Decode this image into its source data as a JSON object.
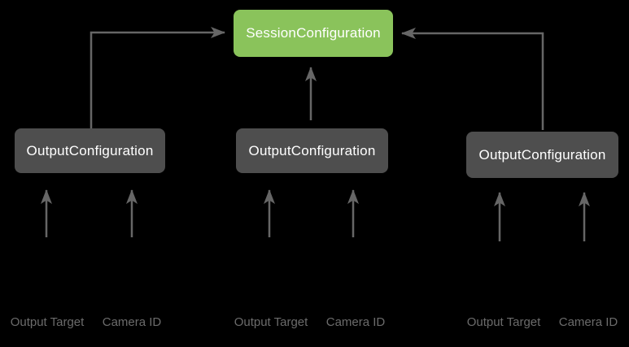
{
  "colors": {
    "background": "#000000",
    "session_box": "#8AC35B",
    "output_box": "#4E4E4E",
    "box_text": "#FFFFFF",
    "arrow": "#666666",
    "input_label_text": "#6B6B6B"
  },
  "diagram": {
    "session": {
      "label": "SessionConfiguration"
    },
    "outputs": [
      {
        "label": "OutputConfiguration",
        "inputs": [
          {
            "label": "Output Target"
          },
          {
            "label": "Camera ID"
          }
        ]
      },
      {
        "label": "OutputConfiguration",
        "inputs": [
          {
            "label": "Output Target"
          },
          {
            "label": "Camera ID"
          }
        ]
      },
      {
        "label": "OutputConfiguration",
        "inputs": [
          {
            "label": "Output Target"
          },
          {
            "label": "Camera ID"
          }
        ]
      }
    ]
  }
}
